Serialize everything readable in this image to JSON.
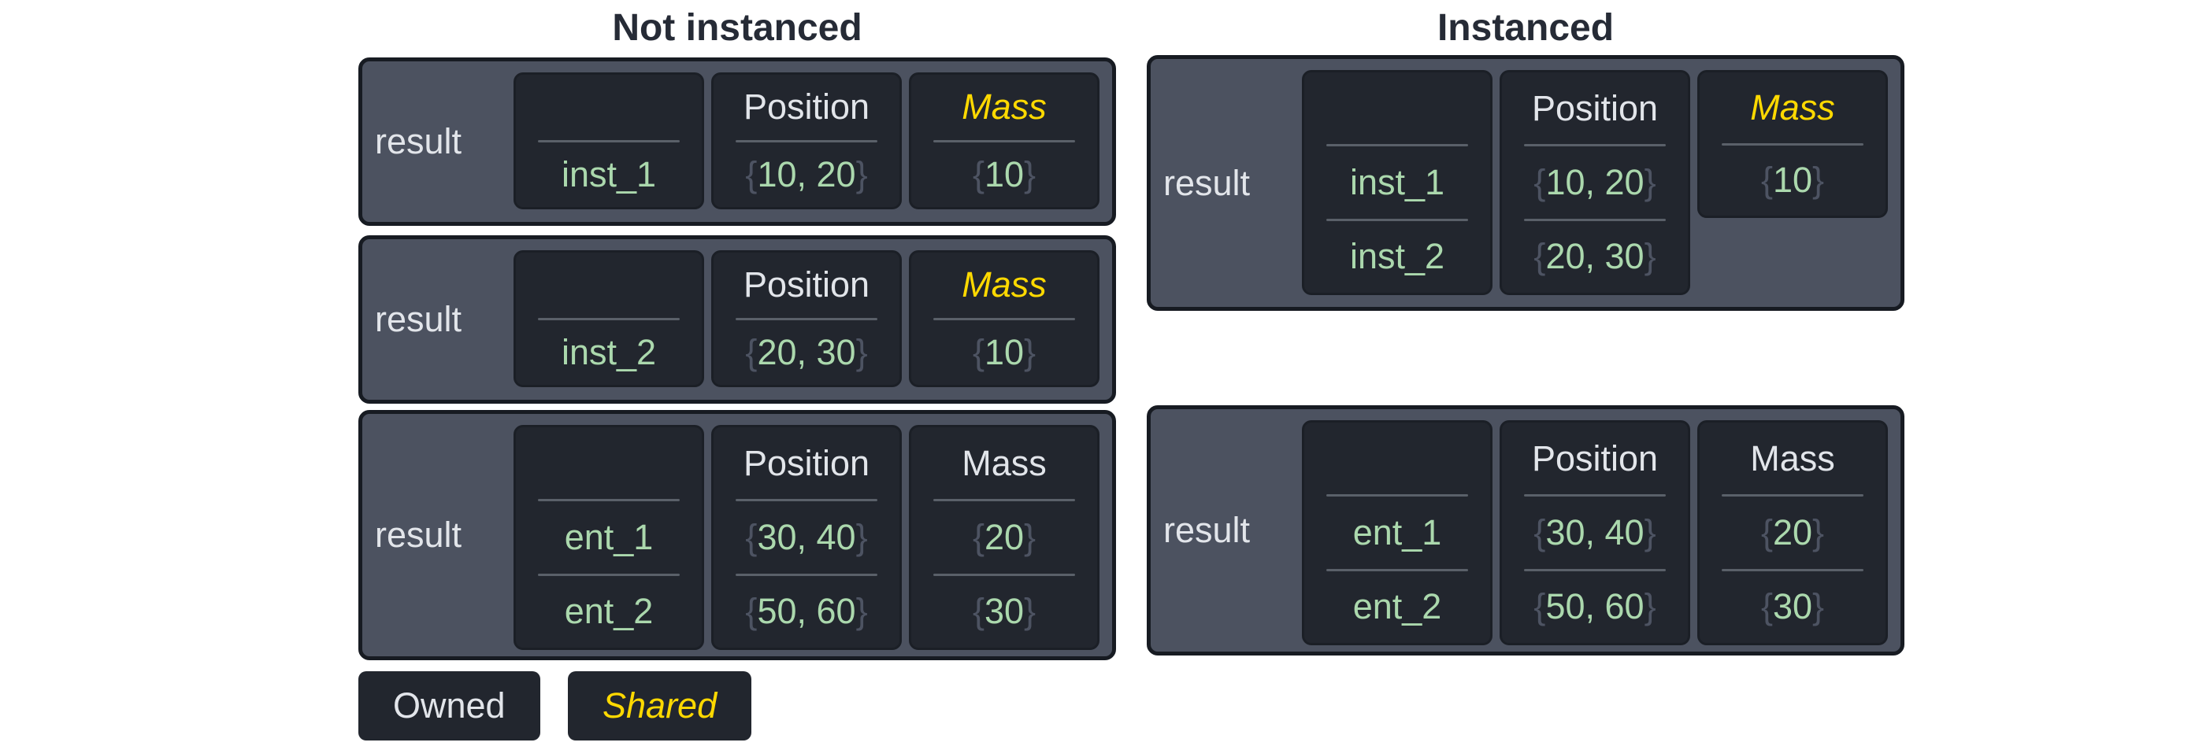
{
  "sections": [
    {
      "title": "Not instanced"
    },
    {
      "title": "Instanced"
    }
  ],
  "legend": {
    "owned": "Owned",
    "shared": "Shared"
  },
  "colors": {
    "background": "#ffffff",
    "panel": "#4c5260",
    "panel_border": "#171b22",
    "cell": "#22262e",
    "divider": "#5a6069",
    "text_light": "#e2e5ea",
    "text_green": "#abd8ad",
    "text_shared_yellow": "#ffd900",
    "brace_gray": "#4d5362",
    "title_dark": "#262b36"
  },
  "tables": [
    {
      "result": "result",
      "columns": [
        {
          "header": "",
          "rows": [
            {
              "body": "inst_1"
            }
          ]
        },
        {
          "header": "Position",
          "kind": "owned",
          "rows": [
            {
              "open": "{",
              "body": "10, 20",
              "close": "}"
            }
          ]
        },
        {
          "header": "Mass",
          "kind": "shared",
          "rows": [
            {
              "open": "{",
              "body": "10",
              "close": "}"
            }
          ]
        }
      ]
    },
    {
      "result": "result",
      "columns": [
        {
          "header": "",
          "rows": [
            {
              "body": "inst_2"
            }
          ]
        },
        {
          "header": "Position",
          "kind": "owned",
          "rows": [
            {
              "open": "{",
              "body": "20, 30",
              "close": "}"
            }
          ]
        },
        {
          "header": "Mass",
          "kind": "shared",
          "rows": [
            {
              "open": "{",
              "body": "10",
              "close": "}"
            }
          ]
        }
      ]
    },
    {
      "result": "result",
      "columns": [
        {
          "header": "",
          "rows": [
            {
              "body": "ent_1"
            },
            {
              "body": "ent_2"
            }
          ]
        },
        {
          "header": "Position",
          "kind": "owned",
          "rows": [
            {
              "open": "{",
              "body": "30, 40",
              "close": "}"
            },
            {
              "open": "{",
              "body": "50, 60",
              "close": "}"
            }
          ]
        },
        {
          "header": "Mass",
          "kind": "owned",
          "rows": [
            {
              "open": "{",
              "body": "20",
              "close": "}"
            },
            {
              "open": "{",
              "body": "30",
              "close": "}"
            }
          ]
        }
      ]
    },
    {
      "result": "result",
      "columns": [
        {
          "header": "",
          "rows": [
            {
              "body": "inst_1"
            },
            {
              "body": "inst_2"
            }
          ]
        },
        {
          "header": "Position",
          "kind": "owned",
          "rows": [
            {
              "open": "{",
              "body": "10, 20",
              "close": "}"
            },
            {
              "open": "{",
              "body": "20, 30",
              "close": "}"
            }
          ]
        },
        {
          "header": "Mass",
          "kind": "shared",
          "rows": [
            {
              "open": "{",
              "body": "10",
              "close": "}"
            }
          ]
        }
      ]
    },
    {
      "result": "result",
      "columns": [
        {
          "header": "",
          "rows": [
            {
              "body": "ent_1"
            },
            {
              "body": "ent_2"
            }
          ]
        },
        {
          "header": "Position",
          "kind": "owned",
          "rows": [
            {
              "open": "{",
              "body": "30, 40",
              "close": "}"
            },
            {
              "open": "{",
              "body": "50, 60",
              "close": "}"
            }
          ]
        },
        {
          "header": "Mass",
          "kind": "owned",
          "rows": [
            {
              "open": "{",
              "body": "20",
              "close": "}"
            },
            {
              "open": "{",
              "body": "30",
              "close": "}"
            }
          ]
        }
      ]
    }
  ]
}
